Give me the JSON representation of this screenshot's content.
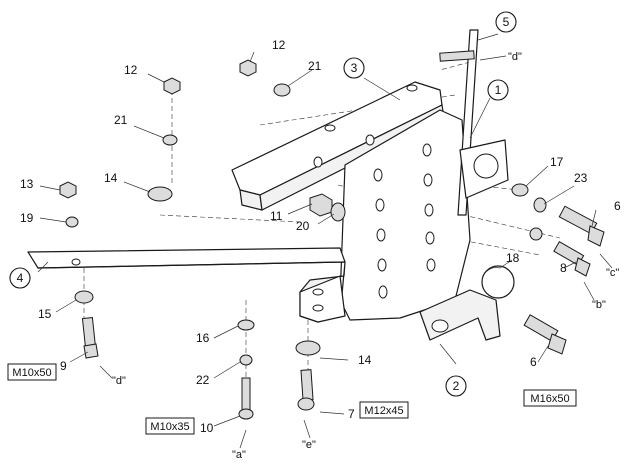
{
  "callouts": {
    "c1": "1",
    "c2": "2",
    "c3": "3",
    "c4": "4",
    "c5": "5"
  },
  "labels": {
    "l12a": "12",
    "l12b": "12",
    "l21a": "21",
    "l21b": "21",
    "l13": "13",
    "l14a": "14",
    "l14b": "14",
    "l19": "19",
    "l15": "15",
    "l9": "9",
    "l11": "11",
    "l20": "20",
    "l16": "16",
    "l22": "22",
    "l10": "10",
    "l7": "7",
    "l17": "17",
    "l23": "23",
    "l6a": "6",
    "l6b": "6",
    "l18": "18",
    "l8": "8"
  },
  "tags": {
    "d_top": "\"d\"",
    "d_bottom": "\"d\"",
    "a": "\"a\"",
    "e": "\"e\"",
    "c": "\"c\"",
    "b": "\"b\""
  },
  "specs": {
    "m10x50": "M10x50",
    "m10x35": "M10x35",
    "m12x45": "M12x45",
    "m16x50": "M16x50"
  }
}
